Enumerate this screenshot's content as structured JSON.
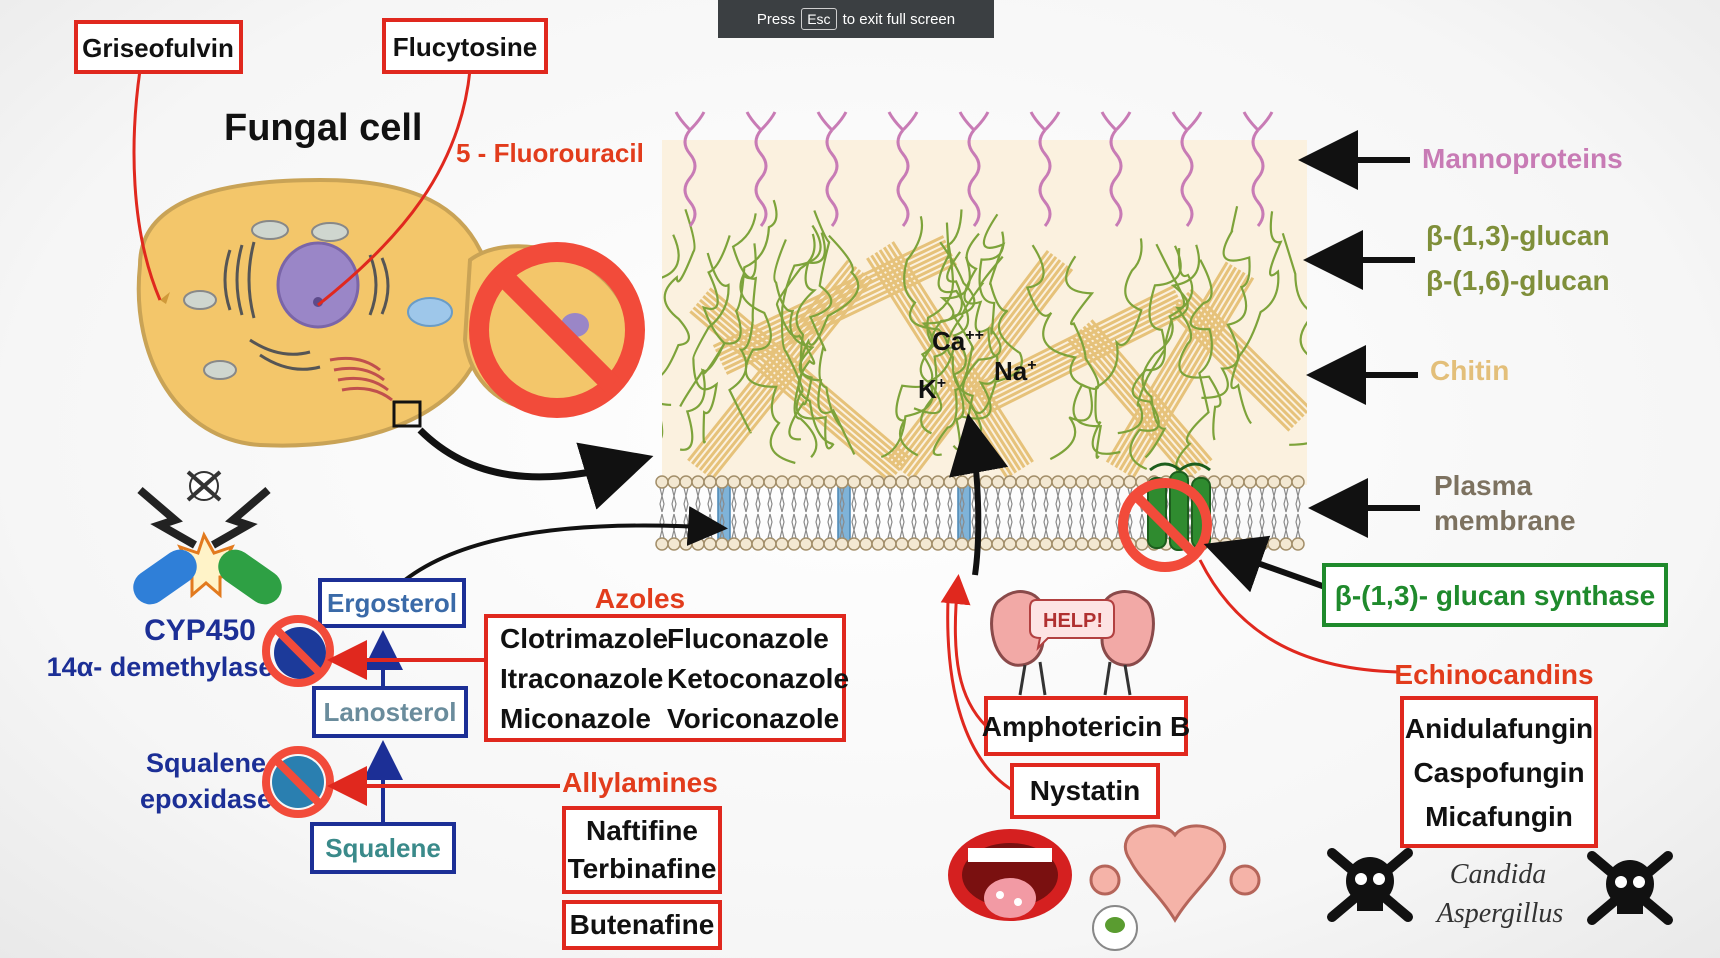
{
  "fullscreen_banner": {
    "press": "Press",
    "key": "Esc",
    "rest": "to exit full screen"
  },
  "cell": {
    "title": "Fungal cell",
    "griseofulvin": "Griseofulvin",
    "flucytosine": "Flucytosine",
    "fluorouracil": "5 - Fluorouracil"
  },
  "wall_layers": {
    "mannoproteins": "Mannoproteins",
    "beta13": "β-(1,3)-glucan",
    "beta16": "β-(1,6)-glucan",
    "chitin": "Chitin",
    "plasma_line1": "Plasma",
    "plasma_line2": "membrane",
    "synthase": "β-(1,3)- glucan synthase"
  },
  "ions": {
    "ca": "Ca",
    "ca_sup": "++",
    "k": "K",
    "k_sup": "+",
    "na": "Na",
    "na_sup": "+"
  },
  "pathway": {
    "ergosterol": "Ergosterol",
    "lanosterol": "Lanosterol",
    "squalene": "Squalene",
    "cyp1": "CYP450",
    "cyp2": "14α- demethylase",
    "sqe1": "Squalene",
    "sqe2": "epoxidase"
  },
  "azoles": {
    "title": "Azoles",
    "rows": [
      [
        "Clotrimazole",
        "Fluconazole"
      ],
      [
        "Itraconazole",
        "Ketoconazole"
      ],
      [
        "Miconazole",
        "Voriconazole"
      ]
    ]
  },
  "allylamines": {
    "title": "Allylamines",
    "drugs": [
      "Naftifine",
      "Terbinafine"
    ],
    "butenafine": "Butenafine"
  },
  "polyenes": {
    "help": "HELP!",
    "amphotericin": "Amphotericin B",
    "nystatin": "Nystatin"
  },
  "echinocandins": {
    "title": "Echinocandins",
    "drugs": [
      "Anidulafungin",
      "Caspofungin",
      "Micafungin"
    ],
    "organisms": [
      "Candida",
      "Aspergillus"
    ]
  },
  "colors": {
    "red": "#e0281e",
    "blue": "#1c2f96",
    "green": "#1f8a2c",
    "mannoprotein": "#c87bb5",
    "glucan": "#8a9a3a",
    "chitin": "#e9c98c"
  }
}
